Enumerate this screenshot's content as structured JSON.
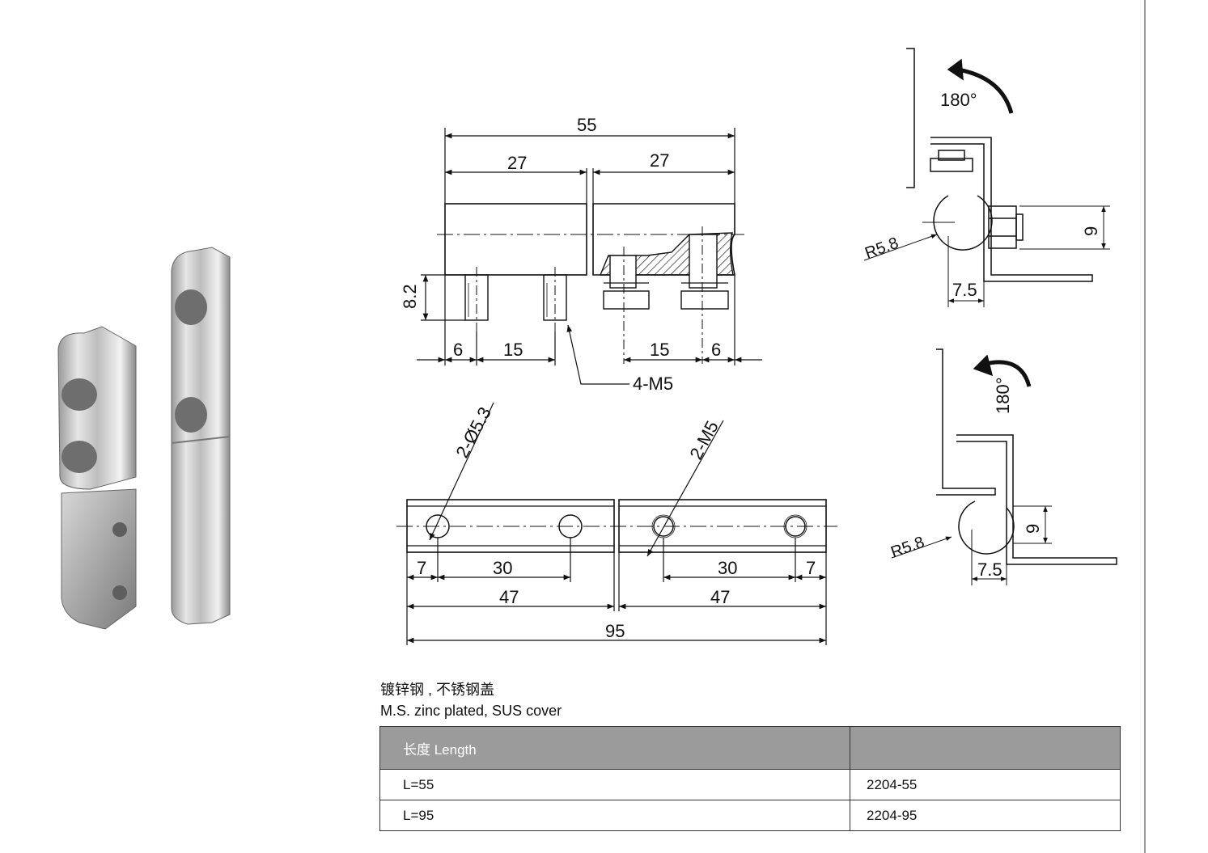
{
  "drawing": {
    "front_view": {
      "overall_length": "55",
      "half_left": "27",
      "half_right": "27",
      "pin_height": "8.2",
      "edge_left": "6",
      "pitch_left": "15",
      "pitch_right": "15",
      "edge_right": "6",
      "thread_callout": "4-M5"
    },
    "plan_view": {
      "hole_callout": "2-Ø5.3",
      "thread_callout": "2-M5",
      "edge_left": "7",
      "pitch_left": "30",
      "pitch_right": "30",
      "edge_right": "7",
      "half_left": "47",
      "half_right": "47",
      "overall_length": "95"
    },
    "section_top": {
      "rotation": "180°",
      "radius": "R5.8",
      "offset_h": "7.5",
      "offset_v": "9"
    },
    "section_bottom": {
      "rotation": "180°",
      "radius": "R5.8",
      "offset_h": "7.5",
      "offset_v": "9"
    }
  },
  "material": {
    "cn": "镀锌钢 , 不锈钢盖",
    "en": "M.S. zinc plated, SUS cover"
  },
  "table": {
    "header": [
      "长度 Length",
      ""
    ],
    "rows": [
      [
        "L=55",
        "2204-55"
      ],
      [
        "L=95",
        "2204-95"
      ]
    ]
  },
  "colors": {
    "header_bg": "#9b9b9b",
    "line": "#111111",
    "rule": "#9a9a9a"
  }
}
